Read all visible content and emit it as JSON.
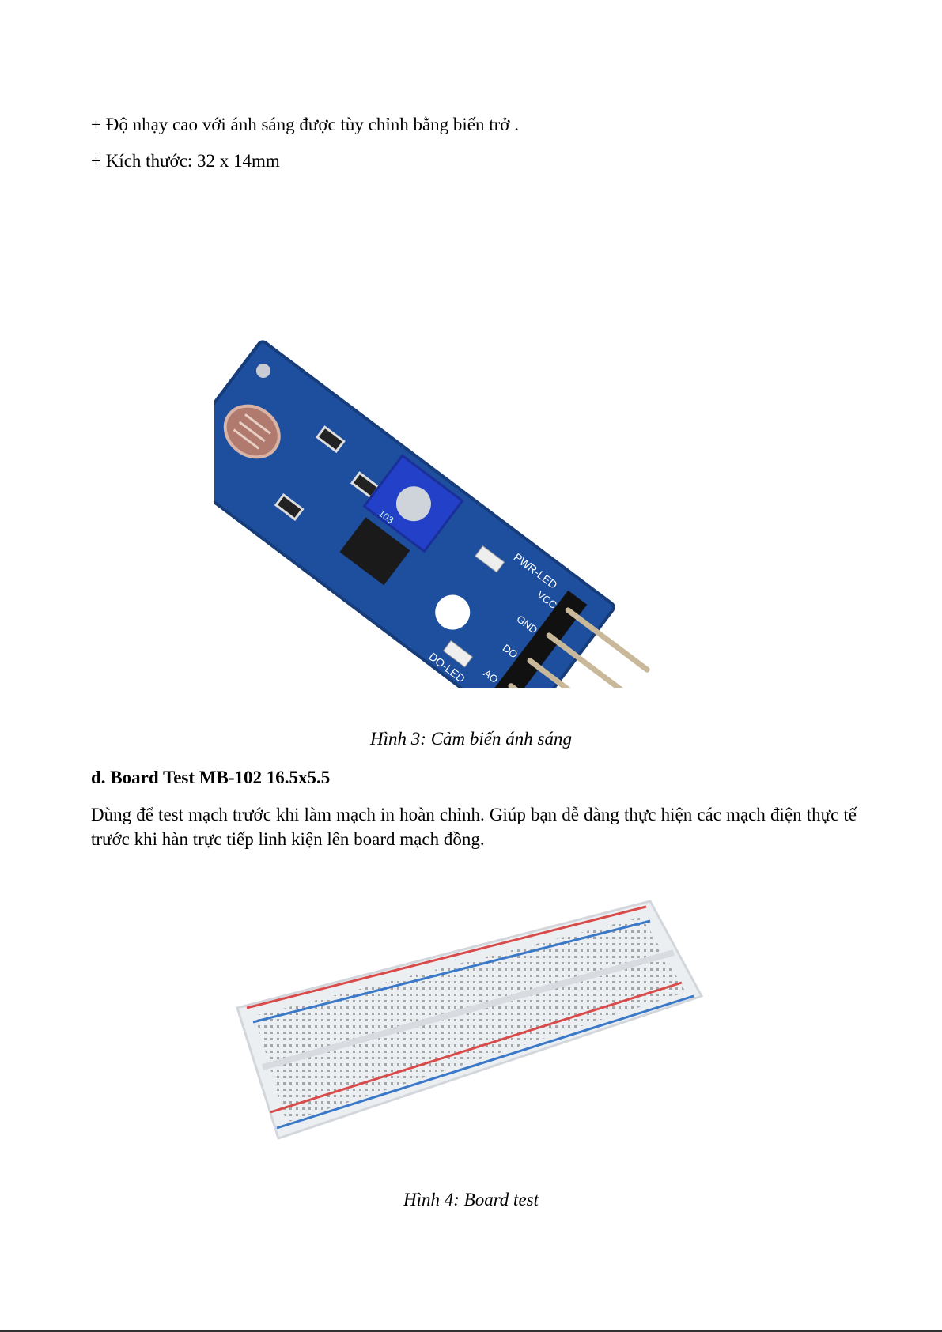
{
  "bullets": [
    "+ Độ nhạy cao với ánh sáng được tùy chỉnh bằng biến trở .",
    "+ Kích thước: 32 x 14mm"
  ],
  "figure3": {
    "caption": "Hình 3: Cảm biến ánh sáng",
    "pin_labels": [
      "AO",
      "DO",
      "GND",
      "VCC"
    ],
    "led_labels": [
      "PWR-LED",
      "DO-LED"
    ],
    "pot_label": "103"
  },
  "section_d": {
    "heading": "d. Board Test MB-102 16.5x5.5",
    "paragraph": "Dùng để test mạch trước khi làm mạch in hoàn chỉnh. Giúp bạn dễ dàng thực hiện các mạch điện thực tế trước khi hàn trực tiếp linh kiện lên board mạch đồng."
  },
  "figure4": {
    "caption": "Hình 4: Board test"
  },
  "colors": {
    "pcb": "#1d4f9e",
    "pot": "#2340c8",
    "rail_red": "#d94a4a",
    "rail_blue": "#3a78c8"
  }
}
